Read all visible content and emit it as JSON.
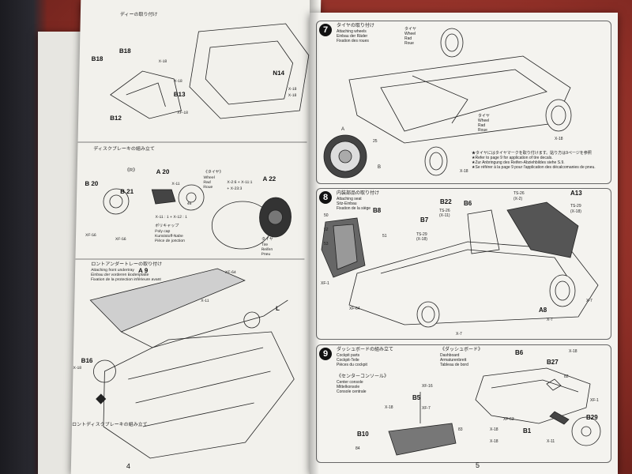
{
  "manual": {
    "left_page_number": "4",
    "right_page_number": "5"
  },
  "left_page": {
    "top_header": "ディーの取り付け",
    "parts_top": [
      "B18",
      "B18",
      "B13",
      "B12",
      "N14",
      "X-18",
      "X-18",
      "XF-18",
      "X-18",
      "X-18"
    ],
    "brake_header": "ディスクブレーキの組み立て",
    "brake_labels": {
      "r": "《R》",
      "a20": "A 20",
      "b20": "B 20",
      "b21": "B 21",
      "a22": "A 22",
      "x11": "X-11",
      "x_formula": "X-11 : 1 + X-12 : 1",
      "tire_jp": "《タイヤ》",
      "tire_en": "Wheel",
      "tire_de": "Rad",
      "tire_fr": "Roue",
      "x_list": "X-2:6 + X-11:1",
      "x_list2": "+ X-23:3",
      "polycap_jp": "ポリキャップ",
      "polycap_en": "Poly cap",
      "polycap_de": "Kunststoff-Nabe",
      "polycap_fr": "Pièce de jonction",
      "xf": "XF-56",
      "xf2": "XF-56",
      "tire2_jp": "タイヤ",
      "tire2_en": "Tire",
      "tire2_de": "Reifen",
      "tire2_fr": "Pneu",
      "num46": "46"
    },
    "undertray_header": "ロントアンダートレーの取り付け",
    "undertray_en": "Attaching front undertray",
    "undertray_de": "Einbau der vorderen Bodenplatte",
    "undertray_fr": "Fixation de la protection inférieure avant",
    "undertray_labels": {
      "a9": "A 9",
      "xf64": "XF-64",
      "x11": "X-11",
      "b16": "B16",
      "x18": "X-18",
      "l": "L"
    },
    "bottom_note": "ロントディスクブレーキの組み立て"
  },
  "right_page": {
    "step7": {
      "number": "7",
      "title_jp": "タイヤの取り付け",
      "title_en": "Attaching wheels",
      "title_de": "Einbau der Räder",
      "title_fr": "Fixation des roues",
      "wheel_jp": "タイヤ",
      "wheel_en": "Wheel",
      "wheel_de": "Rad",
      "wheel_fr": "Roue",
      "wheel2_jp": "タイヤ",
      "wheel2_en": "Wheel",
      "wheel2_de": "Rad",
      "wheel2_fr": "Roue",
      "circle_a": "A",
      "circle_b": "B",
      "num25": "25",
      "x18": "X-18",
      "x18b": "X-18",
      "note_jp": "★タイヤにはタイヤマークを取り付けます。貼り方は9ページを参照",
      "note_en": "★Refer to page 9 for application of tire decals.",
      "note_de": "★Zur Anbringung des Reifen-Abziehbildes siehe S.9.",
      "note_fr": "★Se référer à la page 9 pour l'application des décalcomanies de pneu."
    },
    "step8": {
      "number": "8",
      "title_jp": "内装部品の取り付け",
      "title_en": "Attaching seat",
      "title_de": "Sitz-Einbau",
      "title_fr": "Fixation de la siège",
      "labels": [
        "B22",
        "B6",
        "B7",
        "B8",
        "TS-26",
        "TS-29",
        "A13",
        "XF-1",
        "XF-64",
        "X-7",
        "A8",
        "X-7",
        "X-7",
        "TS-26",
        "(X-11)",
        "TS-29",
        "(X-18)",
        "(X-2)",
        "(X-18)",
        "50",
        "53",
        "51",
        "52"
      ]
    },
    "step9": {
      "number": "9",
      "title_jp": "ダッシュボードの組み立て",
      "title_en": "Cockpit parts",
      "title_de": "Cockpit-Teile",
      "title_fr": "Pièces du cockpit",
      "console_jp": "《センターコンソール》",
      "console_en": "Center console",
      "console_de": "Mittelkonsole",
      "console_fr": "Console centrale",
      "dash_jp": "《ダッシュボード》",
      "dash_en": "Dashboard",
      "dash_de": "Armaturenbrett",
      "dash_fr": "Tableau de bord",
      "labels": [
        "B6",
        "B27",
        "B1",
        "B29",
        "B5",
        "B10",
        "XF-16",
        "XF-7",
        "X-18",
        "X-18",
        "X-18",
        "X-11",
        "XF-63",
        "X-18",
        "XF-1",
        "83",
        "82",
        "84"
      ]
    }
  }
}
